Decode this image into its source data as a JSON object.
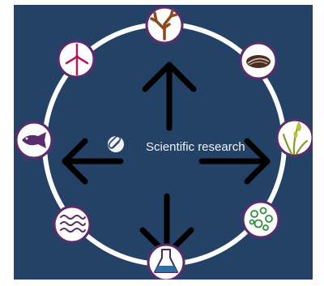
{
  "diagram": {
    "center_label": "Scientific research",
    "center_icon": "paperclip-icon",
    "arrow_directions": [
      "up",
      "right",
      "down",
      "left"
    ],
    "nodes": [
      {
        "id": "coral",
        "icon": "coral-icon"
      },
      {
        "id": "shell",
        "icon": "mussel-shell-icon"
      },
      {
        "id": "seagrass",
        "icon": "seagrass-icon"
      },
      {
        "id": "plankton",
        "icon": "plankton-icon"
      },
      {
        "id": "lab-flask",
        "icon": "lab-flask-icon"
      },
      {
        "id": "waves",
        "icon": "waves-icon"
      },
      {
        "id": "fish",
        "icon": "fish-icon"
      },
      {
        "id": "wind-turbine",
        "icon": "wind-turbine-icon"
      }
    ]
  },
  "colors": {
    "background": "#234265",
    "ring": "#ffffff",
    "node_border": "#5a2c6e",
    "arrow": "#000000",
    "label": "#f1f3f6",
    "coral": "#8b4a1d",
    "fish": "#5a2c6e",
    "turbine": "#b5175a",
    "flask_liquid": "#2e6fa0",
    "plankton": "#2f8f3a",
    "seagrass": "#8a9a2a",
    "shell": "#4b2f22"
  }
}
